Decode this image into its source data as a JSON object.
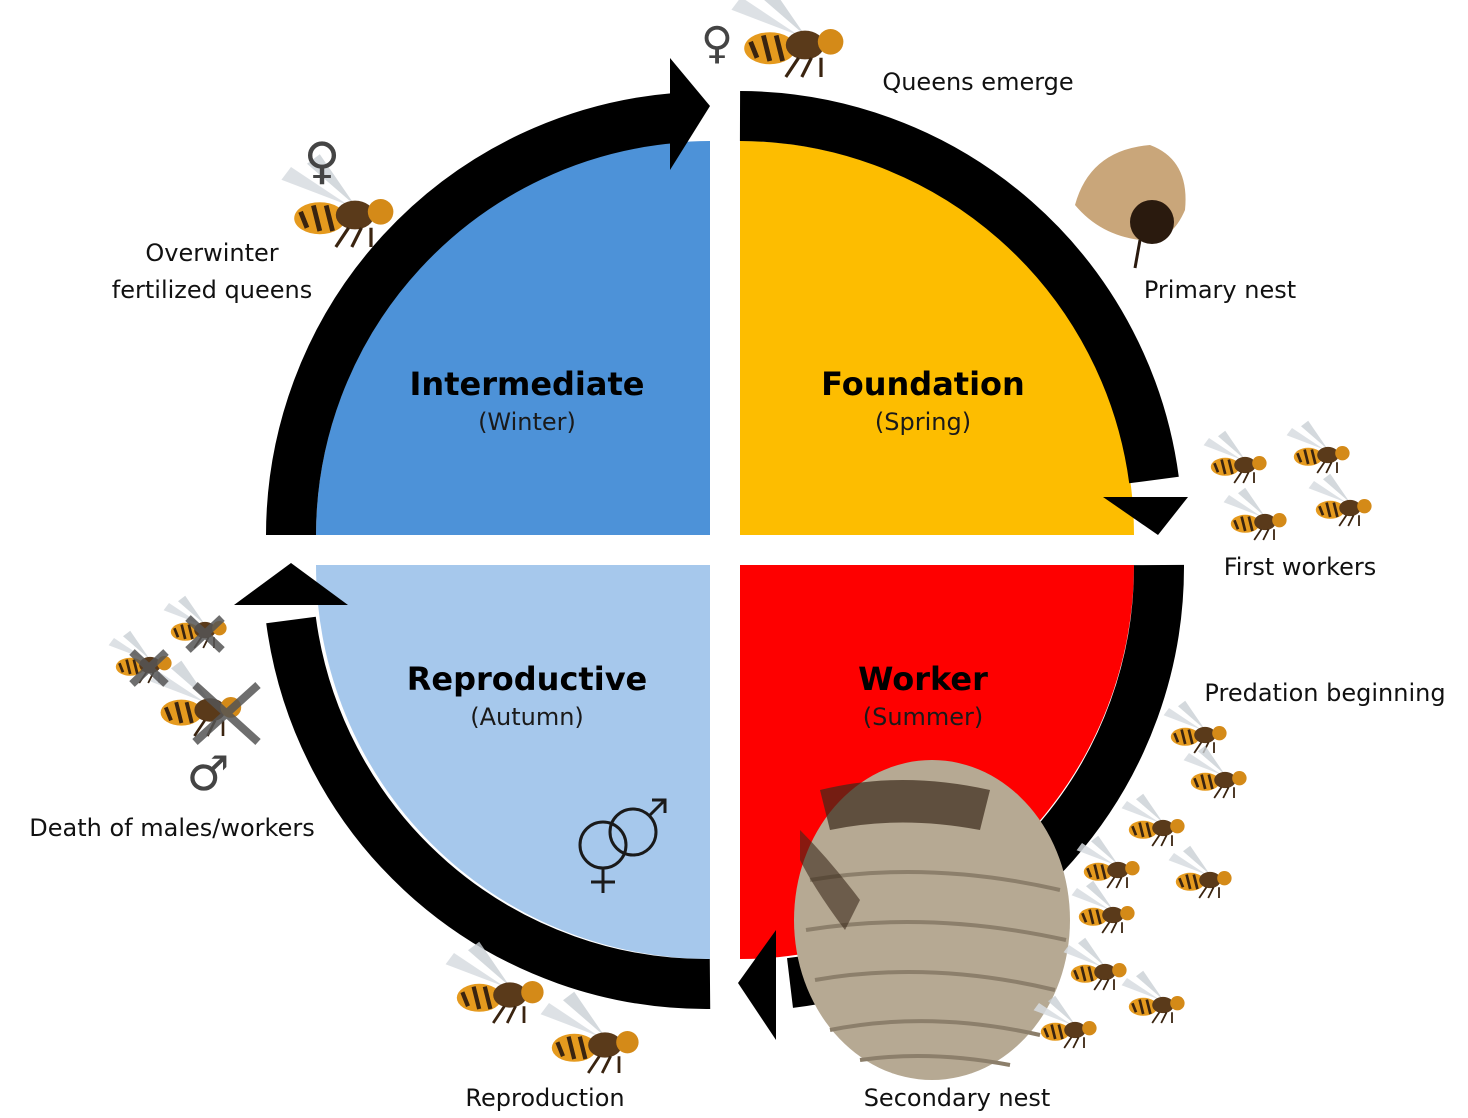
{
  "colors": {
    "winter": "#4d92d8",
    "spring": "#fdbd00",
    "summer": "#fe0000",
    "autumn": "#a6c8ec",
    "arrow": "#000000",
    "hornet_body": "#5a3a1a",
    "hornet_orange": "#e59a1e",
    "nest": "#b6a993"
  },
  "phases": {
    "intermediate": {
      "title": "Intermediate",
      "season": "(Winter)"
    },
    "foundation": {
      "title": "Foundation",
      "season": "(Spring)"
    },
    "worker": {
      "title": "Worker",
      "season": "(Summer)"
    },
    "reproductive": {
      "title": "Reproductive",
      "season": "(Autumn)"
    }
  },
  "events": {
    "queens_emerge": "Queens emerge",
    "primary_nest": "Primary nest",
    "first_workers": "First workers",
    "predation_beginning": "Predation beginning",
    "secondary_nest": "Secondary nest",
    "reproduction": "Reproduction",
    "death": "Death of males/workers",
    "overwinter_1": "Overwinter",
    "overwinter_2": "fertilized queens"
  },
  "symbols": {
    "female": "♀",
    "male": "♂"
  }
}
